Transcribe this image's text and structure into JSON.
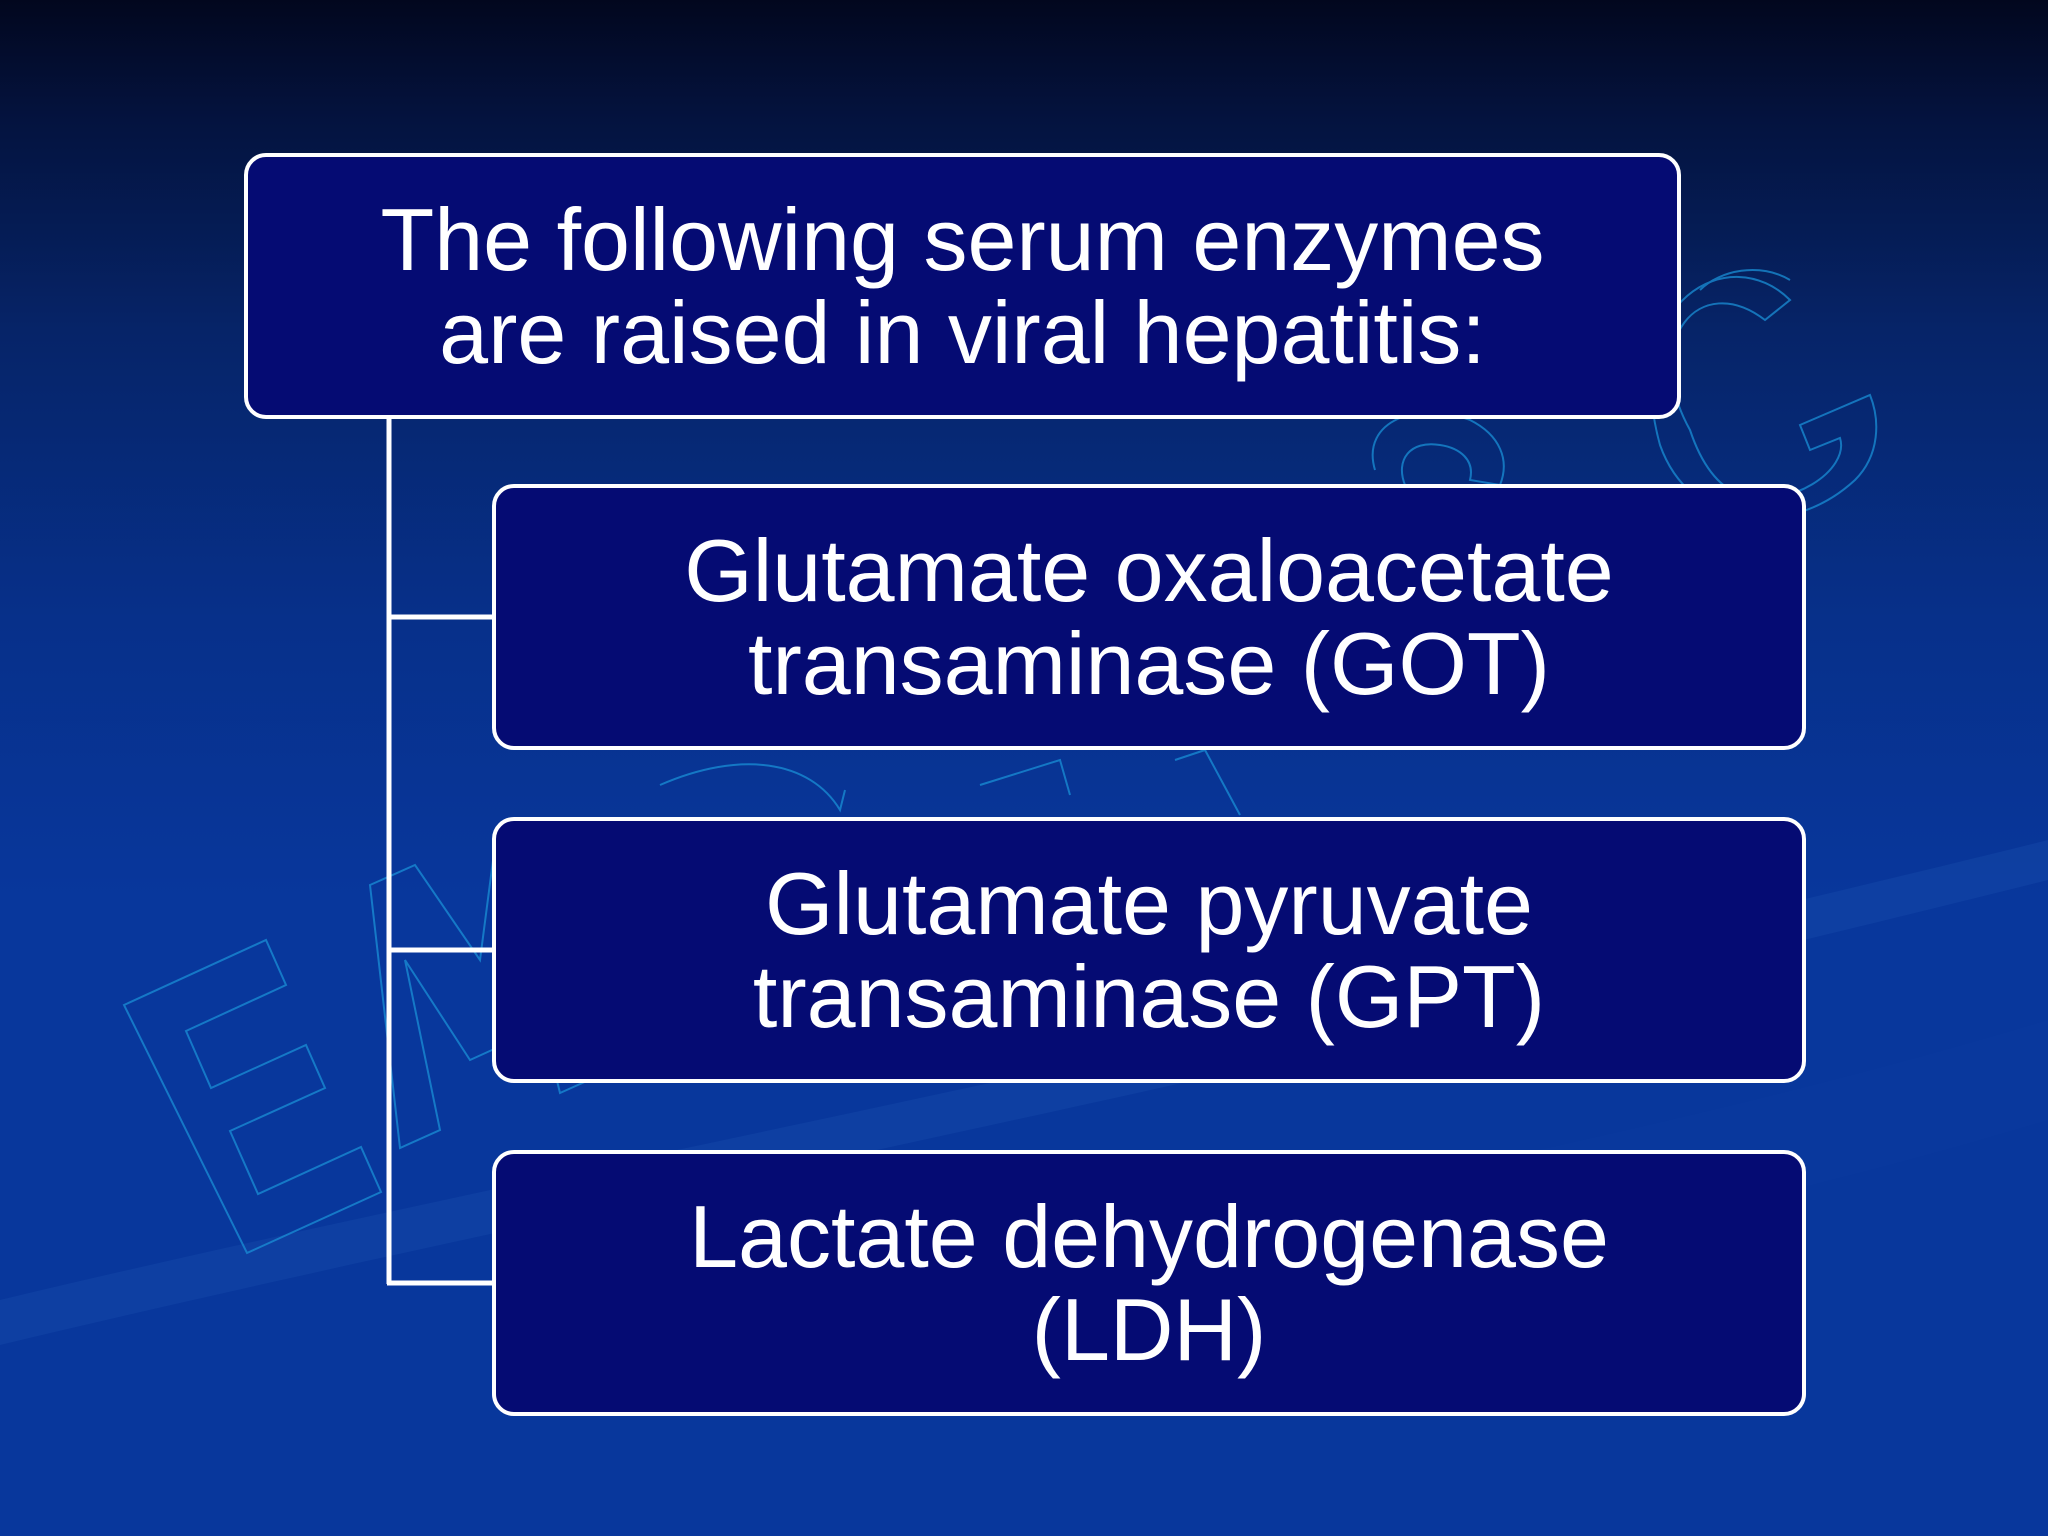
{
  "diagram": {
    "root": {
      "line1": "The following serum enzymes",
      "line2": "are raised in viral hepatitis:"
    },
    "children": [
      {
        "line1": "Glutamate oxaloacetate",
        "line2": "transaminase (GOT)"
      },
      {
        "line1": "Glutamate pyruvate",
        "line2": "transaminase (GPT)"
      },
      {
        "line1": "Lactate dehydrogenase",
        "line2": "(LDH)"
      }
    ]
  },
  "colors": {
    "box_fill": "#050b73",
    "box_border": "#ffffff",
    "text": "#ffffff",
    "background_top": "#02071e",
    "background_bottom": "#08379c",
    "watermark_outline": "#1a8fd6"
  }
}
